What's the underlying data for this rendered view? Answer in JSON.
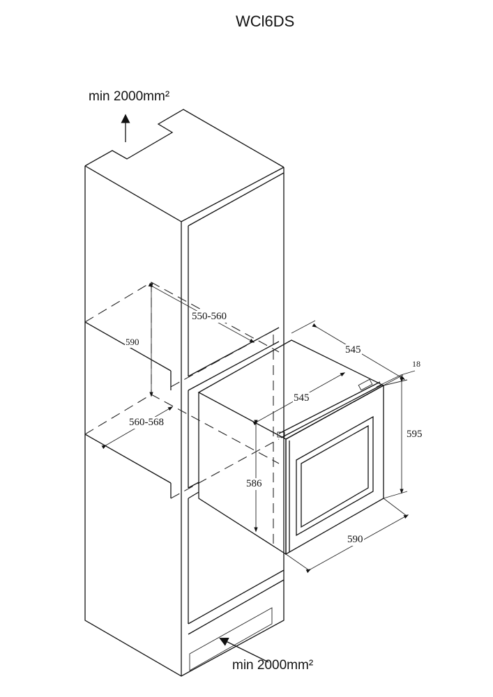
{
  "title": "WCl6DS",
  "ventilation": {
    "top_label": "min 2000mm²",
    "bottom_label": "min 2000mm²"
  },
  "dimensions": {
    "niche_depth": "550-560",
    "niche_height": "590",
    "niche_width": "560-568",
    "appliance_depth_top": "545",
    "appliance_depth_side": "545",
    "door_thickness": "18",
    "appliance_height": "595",
    "body_height": "586",
    "appliance_width": "590"
  }
}
